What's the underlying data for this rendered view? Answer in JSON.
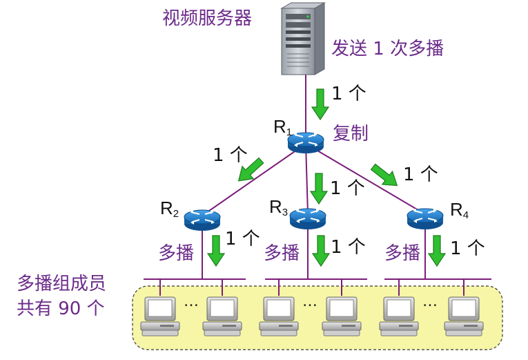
{
  "server": {
    "label": "视频服务器",
    "send_text": "发送 1 次多播"
  },
  "replicate_text": "复制",
  "count_label": "1 个",
  "multicast_text": "多播",
  "routers": [
    {
      "letter": "R",
      "num": "1"
    },
    {
      "letter": "R",
      "num": "2"
    },
    {
      "letter": "R",
      "num": "3"
    },
    {
      "letter": "R",
      "num": "4"
    }
  ],
  "group": {
    "line1": "多播组成员",
    "line2": "共有 90 个"
  },
  "ellipsis": "…",
  "colors": {
    "text": "#6b2a8a",
    "link": "#7a1d7a",
    "arrow": "#2fbf2f",
    "arrow_outline": "#1f7a1f",
    "group_fill": "#f6f6a6",
    "router": "#1a79c9"
  }
}
